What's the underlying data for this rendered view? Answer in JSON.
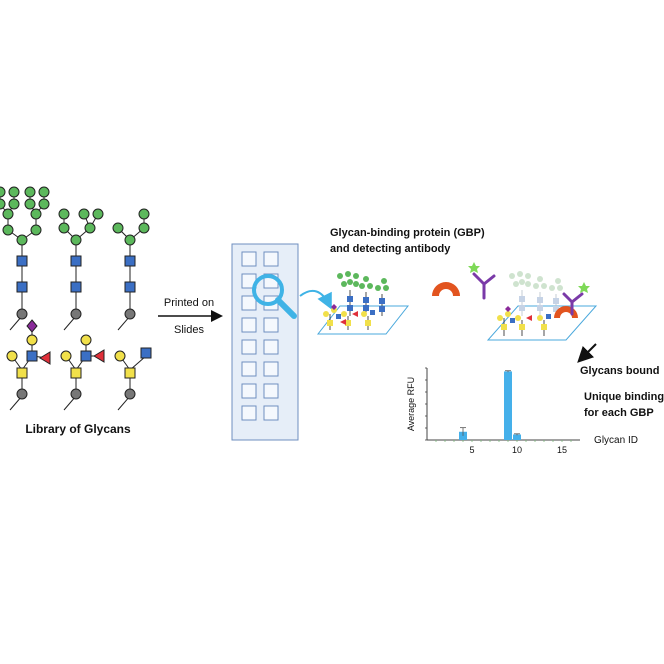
{
  "labels": {
    "library": "Library of Glycans",
    "printed_line1": "Printed on",
    "printed_line2": "Slides",
    "gbp_line1": "Glycan-binding protein (GBP)",
    "gbp_line2": "and detecting antibody",
    "bound": "Glycans bound",
    "unique_line1": "Unique binding",
    "unique_line2": "for each GBP"
  },
  "colors": {
    "mannose_green": "#5cb85c",
    "glcnac_blue": "#3b6fc4",
    "galactose_yellow": "#f1e04a",
    "fucose_red": "#e0303a",
    "sialic_purple": "#8a2a9a",
    "slide_fill": "#e6eef8",
    "slide_stroke": "#6f8fbf",
    "magnifier": "#3fb3e6",
    "gbp_orange": "#e2541f",
    "antibody_purple": "#7a3aa8",
    "bar_blue": "#45b0ea"
  },
  "chart_data": {
    "type": "bar",
    "ylabel": "Average RFU",
    "xlabel": "Glycan ID",
    "x_ticks": [
      "5",
      "10",
      "15"
    ],
    "x": [
      4,
      9,
      10
    ],
    "values": [
      0.12,
      1.0,
      0.08
    ],
    "error": [
      0.06,
      0.01,
      0.01
    ],
    "x_range": [
      0,
      17
    ],
    "y_range": [
      0,
      1.05
    ]
  }
}
